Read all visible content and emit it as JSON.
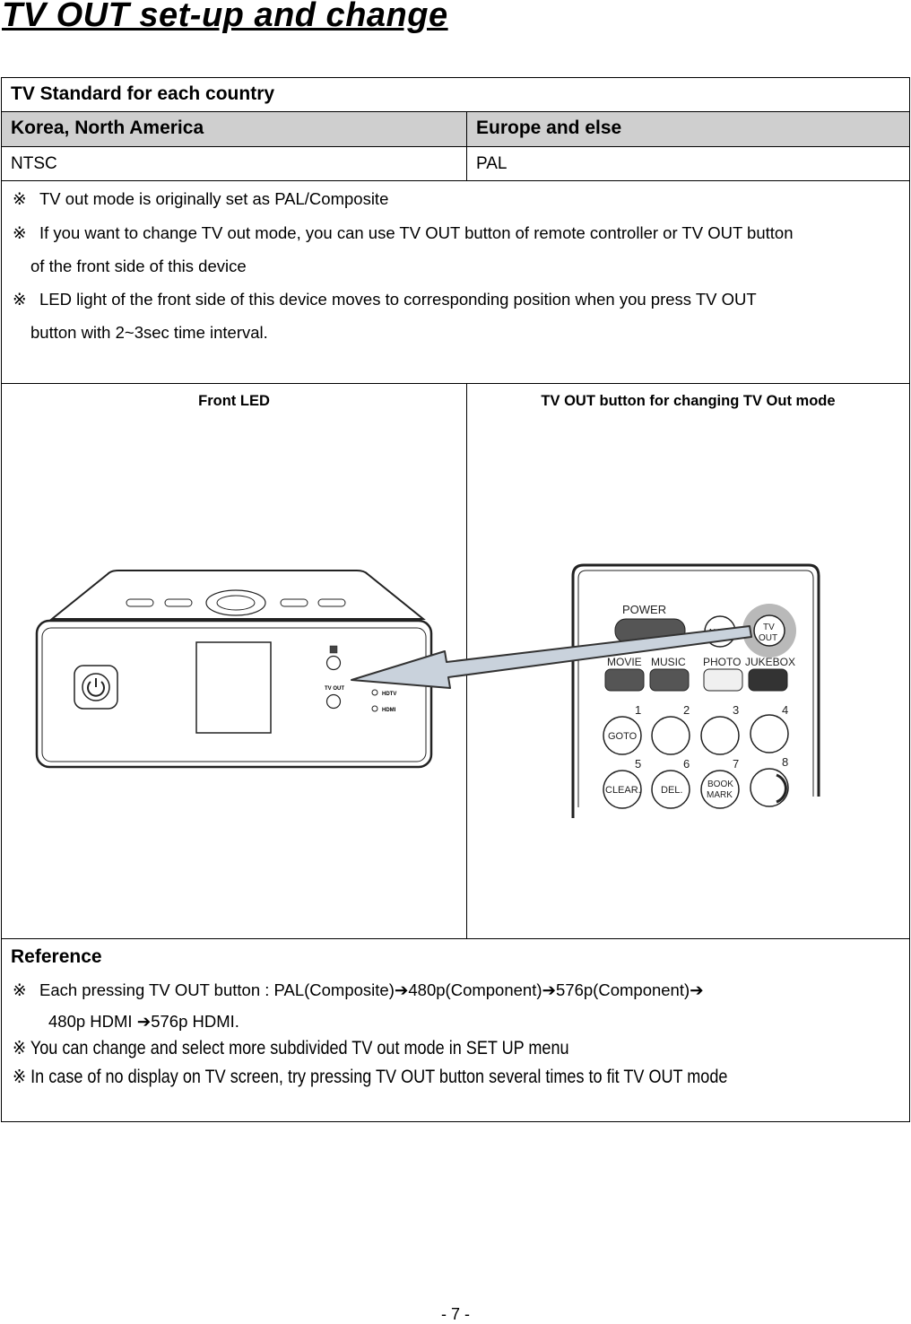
{
  "title": "TV OUT set-up and change",
  "table": {
    "caption": "TV Standard for each country",
    "headers": [
      "Korea, North America",
      "Europe and else"
    ],
    "values": [
      "NTSC",
      "PAL"
    ]
  },
  "notes": {
    "mark": "※",
    "n1": "TV out mode is originally set as PAL/Composite",
    "n2a": "If you want to change TV out mode, you can use TV OUT button of remote controller or TV OUT button",
    "n2b": "of the front side of this device",
    "n3a": "LED light of the front side of this device moves to corresponding position when you press TV OUT",
    "n3b": "button with 2~3sec time interval."
  },
  "figures": {
    "left_caption": "Front LED",
    "right_caption": "TV OUT button for changing TV Out mode",
    "device": {
      "tvout_label": "TV OUT",
      "hdtv_label": "HDTV",
      "hdmi_label": "HDMI"
    },
    "remote": {
      "power": "POWER",
      "audio": "AUDIO",
      "tv": "TV",
      "out": "OUT",
      "movie": "MOVIE",
      "music": "MUSIC",
      "photo": "PHOTO",
      "jukebox": "JUKEBOX",
      "n1": "1",
      "n2": "2",
      "n3": "3",
      "n4": "4",
      "n5": "5",
      "n6": "6",
      "n7": "7",
      "n8": "8",
      "goto": "GOTO",
      "clear": "CLEAR.",
      "del": "DEL.",
      "book": "BOOK",
      "mark": "MARK"
    }
  },
  "reference": {
    "title": "Reference",
    "mark": "※",
    "seq_prefix": "Each pressing TV OUT button : PAL(Composite)",
    "seq_a": "480p(Component)",
    "seq_b": "576p(Component)",
    "seq_c": "480p HDMI",
    "seq_d": "576p HDMI.",
    "arrow": "➔",
    "line3": "You can change and select more subdivided TV out mode in SET UP menu",
    "line4": "In case of no display on TV screen, try pressing TV OUT button several times to fit TV OUT mode"
  },
  "page_number": "- 7 -"
}
